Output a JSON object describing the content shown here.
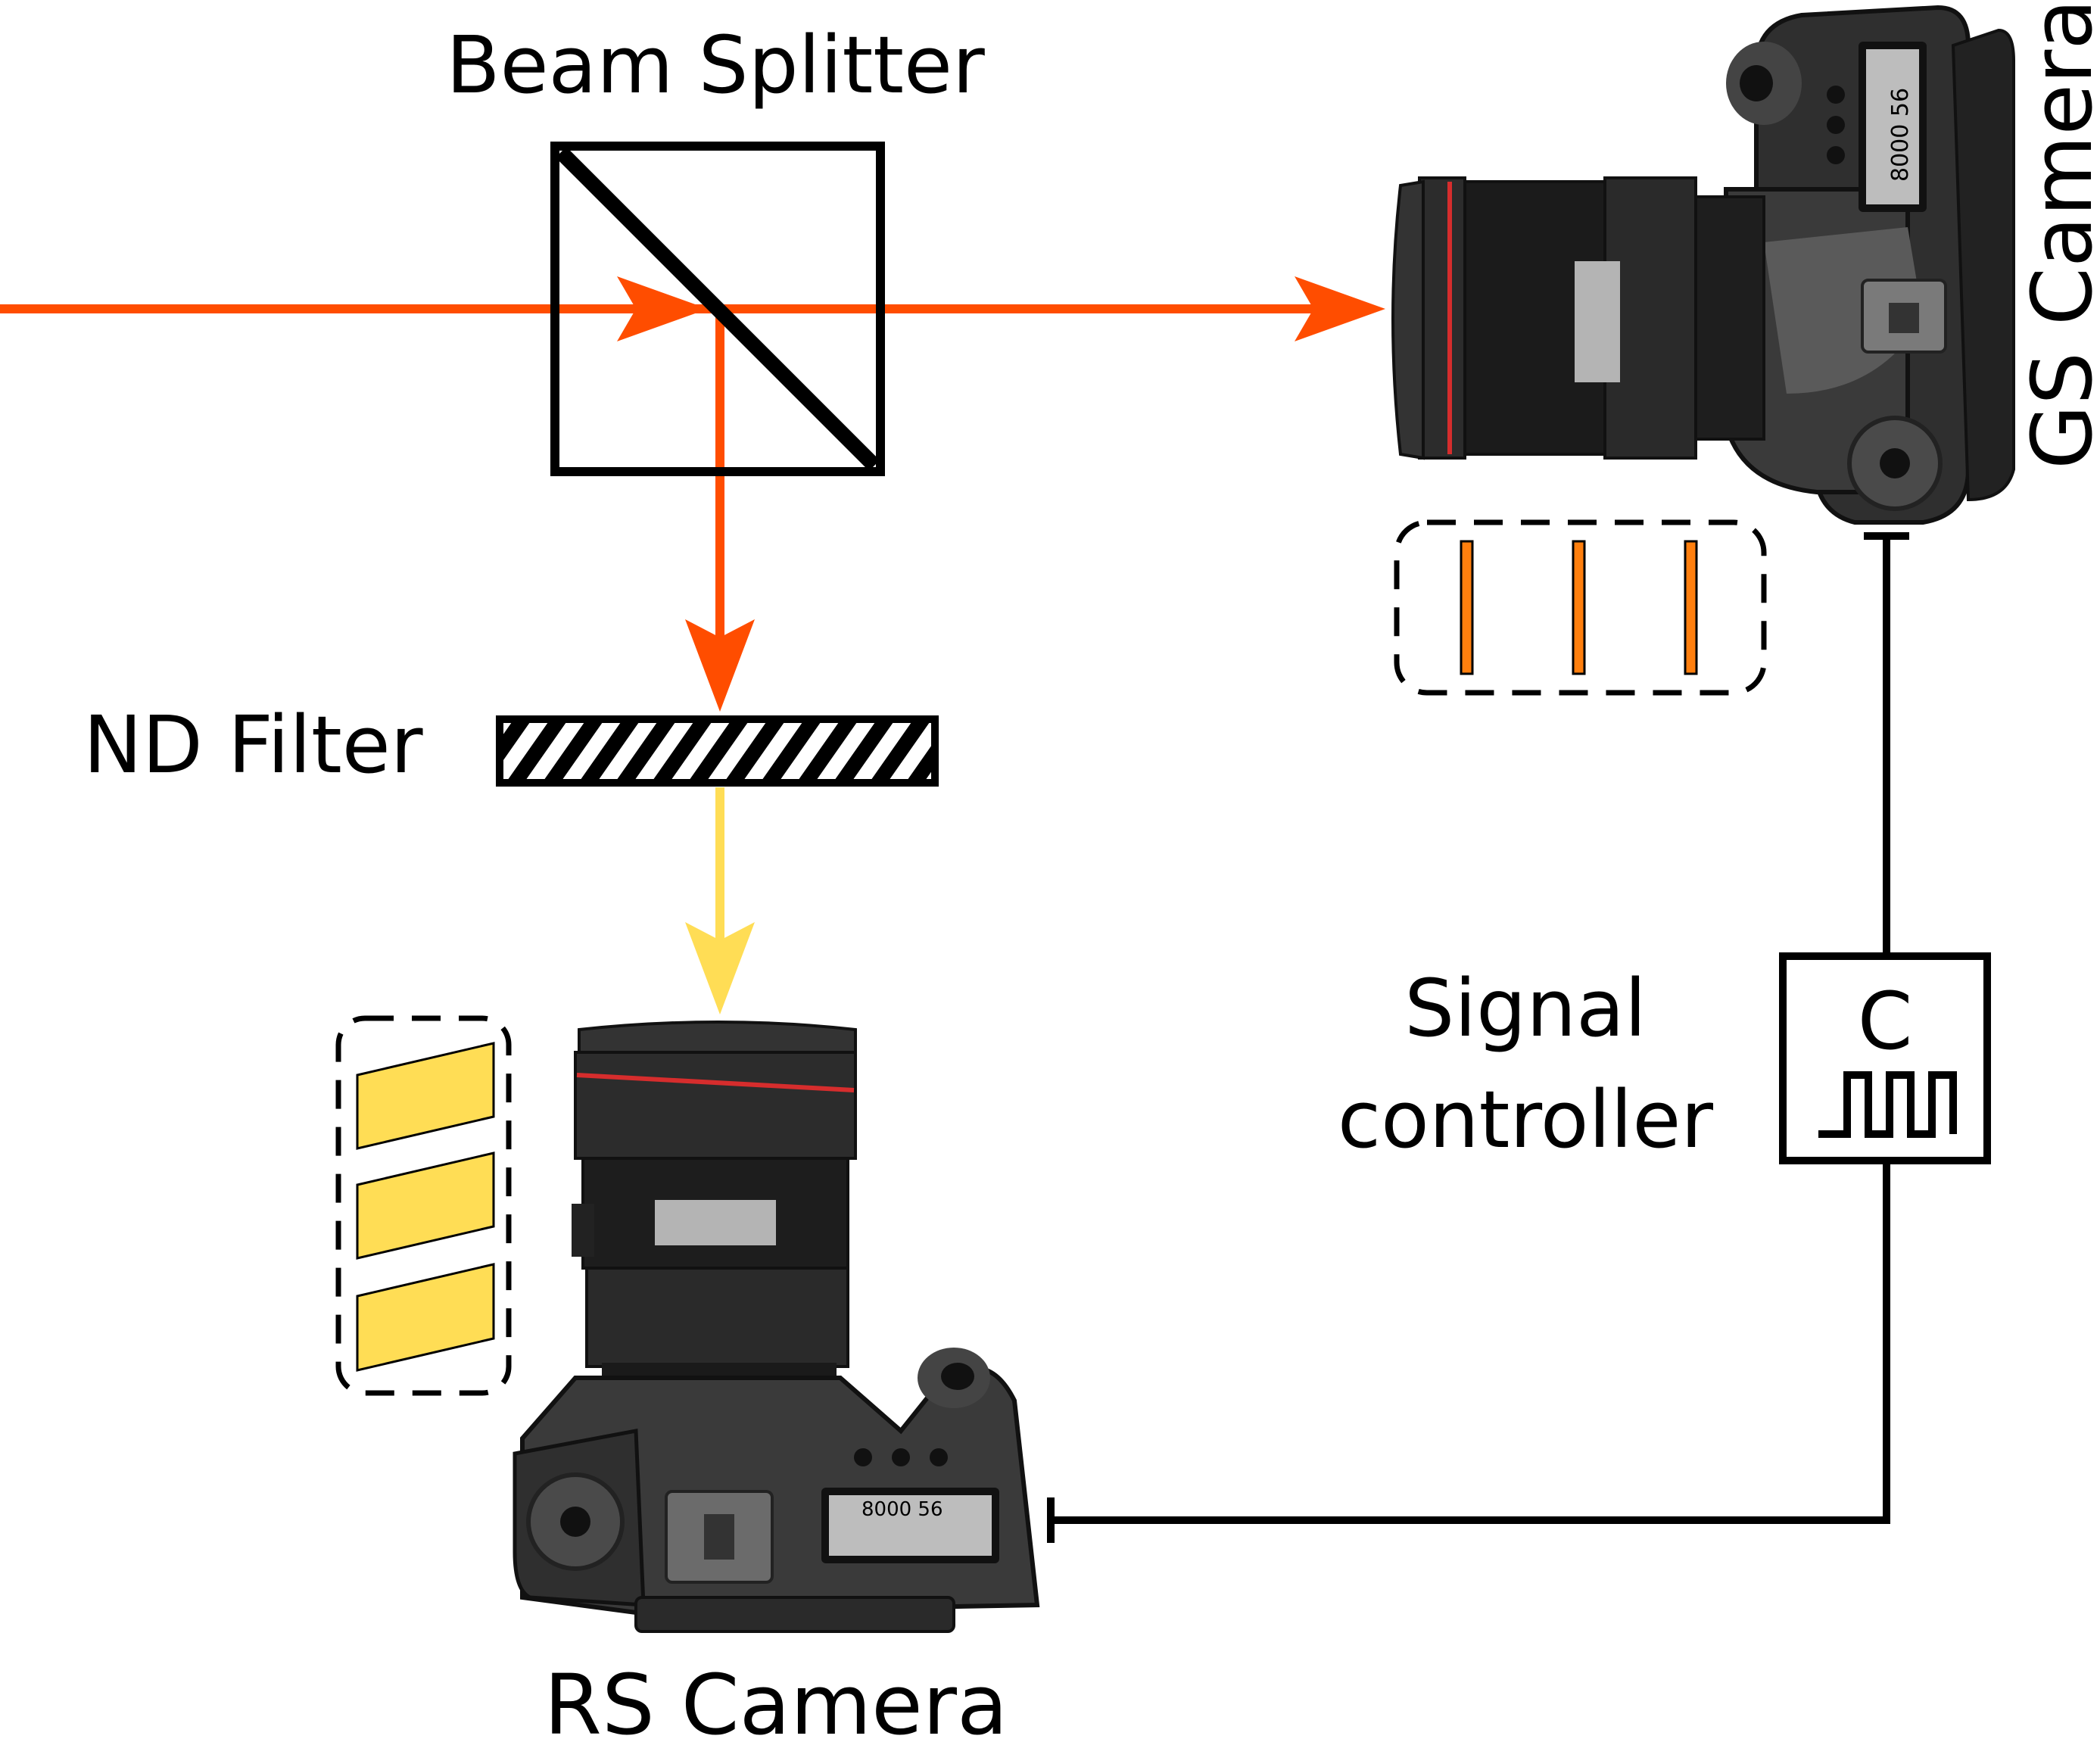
{
  "labels": {
    "beam_splitter": "Beam Splitter",
    "nd_filter": "ND Filter",
    "signal_line1": "Signal",
    "signal_line2": "controller",
    "controller_letter": "C",
    "gs_camera": "GS Camera",
    "rs_camera": "RS Camera",
    "rs_lcd": "8000 56",
    "gs_lcd": "8000 56"
  },
  "colors": {
    "laser": "#ff4d00",
    "attenuated_beam": "#ffdd55",
    "gs_stripe": "#ff7f0e",
    "rs_patch": "#ffdd55",
    "camera_body": "#2a2a2a",
    "lens_ring": "#d62d2d",
    "outline": "#000000"
  },
  "icons": {
    "gs_camera": "dslr-camera-icon",
    "rs_camera": "dslr-camera-icon",
    "controller": "square-wave-icon"
  }
}
